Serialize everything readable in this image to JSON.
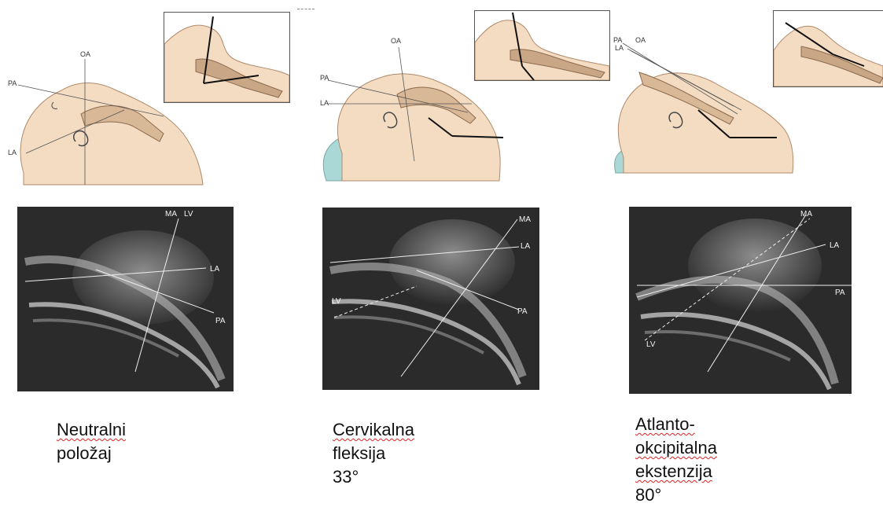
{
  "colors": {
    "skin": "#f4dcc3",
    "skin_dark": "#c9a686",
    "pillow": "#a9d8d6",
    "mri_bg": "#2b2b2b",
    "spell_underline": "#d22222"
  },
  "panels": [
    {
      "id": "neutral",
      "drawing_labels": {
        "oa": "OA",
        "pa": "PA",
        "la": "LA"
      },
      "mri_labels": {
        "ma": "MA",
        "lv": "LV",
        "la": "LA",
        "pa": "PA"
      },
      "caption_lines": [
        "Neutralni",
        "položaj"
      ]
    },
    {
      "id": "flexion",
      "drawing_labels": {
        "oa": "OA",
        "pa": "PA",
        "la": "LA"
      },
      "mri_labels": {
        "ma": "MA",
        "la": "LA",
        "lv": "LV",
        "pa": "PA"
      },
      "caption_lines": [
        "Cervikalna",
        "fleksija  33°"
      ]
    },
    {
      "id": "extension",
      "drawing_labels": {
        "oa": "OA",
        "pa": "PA",
        "la": "LA"
      },
      "mri_labels": {
        "ma": "MA",
        "la": "LA",
        "pa": "PA",
        "lv": "LV"
      },
      "caption_lines": [
        "Atlanto-okcipitalna",
        "ekstenzija",
        "80°"
      ]
    }
  ]
}
